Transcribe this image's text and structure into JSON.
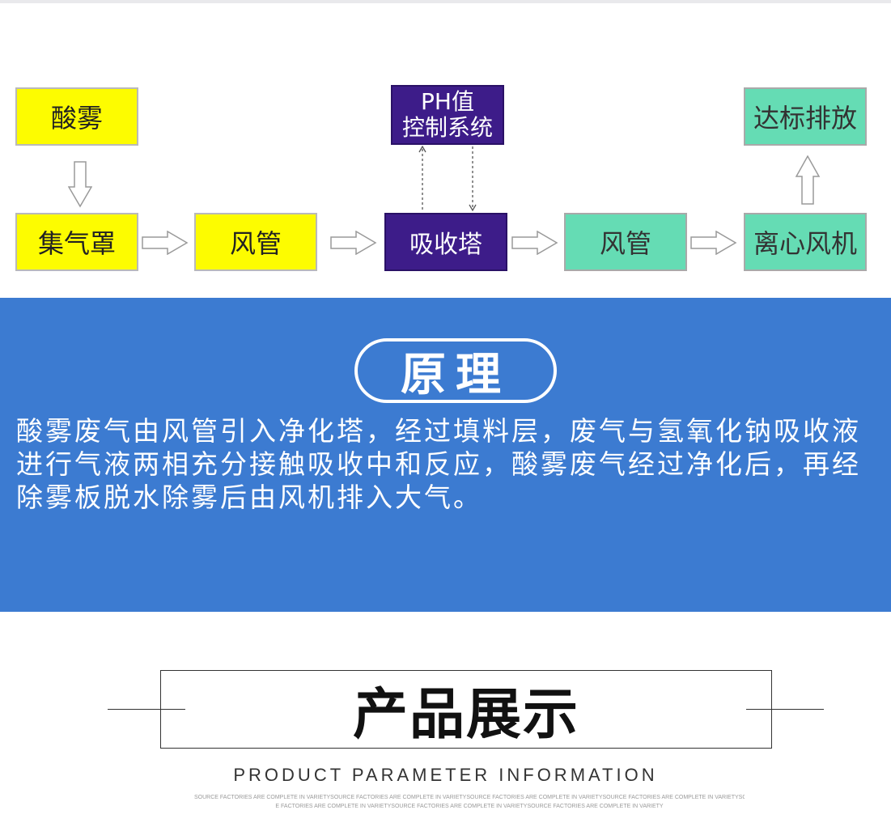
{
  "flow": {
    "acid_mist": "酸雾",
    "hood": "集气罩",
    "duct_1": "风管",
    "tower": "吸收塔",
    "duct_2": "风管",
    "fan": "离心风机",
    "discharge": "达标排放",
    "ph_line1": "PH值",
    "ph_line2": "控制系统"
  },
  "principle": {
    "title": "原理",
    "body": "酸雾废气由风管引入净化塔，经过填料层，废气与氢氧化钠吸收液进行气液两相充分接触吸收中和反应，酸雾废气经过净化后，再经除雾板脱水除雾后由风机排入大气。"
  },
  "product": {
    "title": "产品展示",
    "subtitle": "PRODUCT PARAMETER INFORMATION",
    "note_line1": "SOURCE FACTORIES ARE COMPLETE IN VARIETYSOURCE FACTORIES ARE COMPLETE IN VARIETYSOURCE FACTORIES ARE COMPLETE IN VARIETYSOURCE FACTORIES ARE COMPLETE IN VARIETYSOURC",
    "note_line2": "E FACTORIES ARE COMPLETE IN VARIETYSOURCE FACTORIES ARE COMPLETE IN VARIETYSOURCE FACTORIES ARE COMPLETE IN VARIETY"
  },
  "colors": {
    "yellow_box": "#fdfc00",
    "green_box": "#65dcb4",
    "purple_box": "#3d1c89",
    "band_blue": "#3c7bd1"
  }
}
